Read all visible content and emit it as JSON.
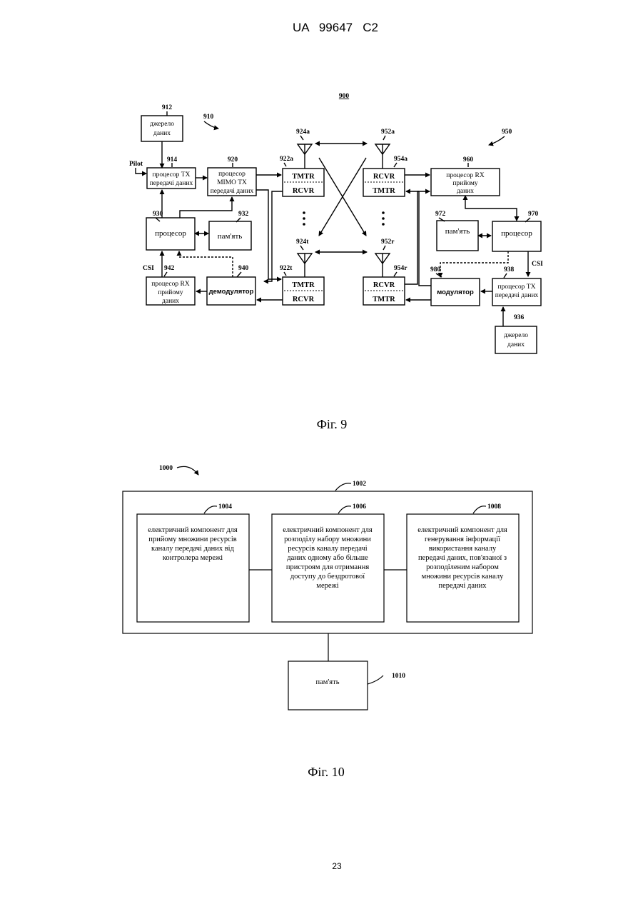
{
  "header": {
    "patent": "UA   99647   C2"
  },
  "fig9": {
    "ref_main": "900",
    "ref_tx_system": "910",
    "ref_rx_system": "950",
    "tx_side": {
      "data_source_ref": "912",
      "data_source": [
        "джерело",
        "даних"
      ],
      "pilot": "Pilot",
      "tx_data_proc_ref": "914",
      "tx_data_proc": [
        "процесор TX",
        "передачі даних"
      ],
      "mimo_ref": "920",
      "mimo": [
        "процесор",
        "MIMO TX",
        "передачі даних"
      ],
      "proc_ref": "930",
      "proc": "процесор",
      "mem_ref": "932",
      "mem": "пам'ять",
      "csi": "CSI",
      "rx_data_proc_ref": "942",
      "rx_data_proc": [
        "процесор RX",
        "прийому",
        "даних"
      ],
      "demod_ref": "940",
      "demod": "демодулятор",
      "trx_top_ref": "922a",
      "trx_bot_ref": "922t",
      "ant_top_ref": "924a",
      "ant_bot_ref": "924t",
      "tmtr": "TMTR",
      "rcvr": "RCVR"
    },
    "rx_side": {
      "ant_top_ref": "952a",
      "ant_bot_ref": "952r",
      "trx_top_ref": "954a",
      "trx_bot_ref": "954r",
      "rx_data_proc_ref": "960",
      "rx_data_proc": [
        "процесор RX",
        "прийому",
        "даних"
      ],
      "mem_ref": "972",
      "mem": "пам'ять",
      "proc_ref": "970",
      "proc": "процесор",
      "csi": "CSI",
      "mod_ref": "980",
      "mod": "модулятор",
      "tx_data_proc_ref": "938",
      "tx_data_proc": [
        "процесор TX",
        "передачі даних"
      ],
      "data_source_ref": "936",
      "data_source": [
        "джерело",
        "даних"
      ],
      "rcvr": "RCVR",
      "tmtr": "TMTR"
    },
    "caption": "Фіг. 9"
  },
  "fig10": {
    "ref_main": "1000",
    "ref_container": "1002",
    "components": [
      {
        "ref": "1004",
        "lines": [
          "електричний компонент для",
          "прийому множини ресурсів",
          "каналу передачі даних від",
          "контролера мережі"
        ]
      },
      {
        "ref": "1006",
        "lines": [
          "електричний компонент для",
          "розподілу набору множини",
          "ресурсів каналу передачі",
          "даних одному або більше",
          "пристроям для отримання",
          "доступу до бездротової",
          "мережі"
        ]
      },
      {
        "ref": "1008",
        "lines": [
          "електричний компонент для",
          "генерування інформації",
          "використання каналу",
          "передачі даних, пов'язаної з",
          "розподіленим набором",
          "множини ресурсів каналу",
          "передачі даних"
        ]
      }
    ],
    "memory_ref": "1010",
    "memory": "пам'ять",
    "caption": "Фіг. 10"
  },
  "page_number": "23"
}
